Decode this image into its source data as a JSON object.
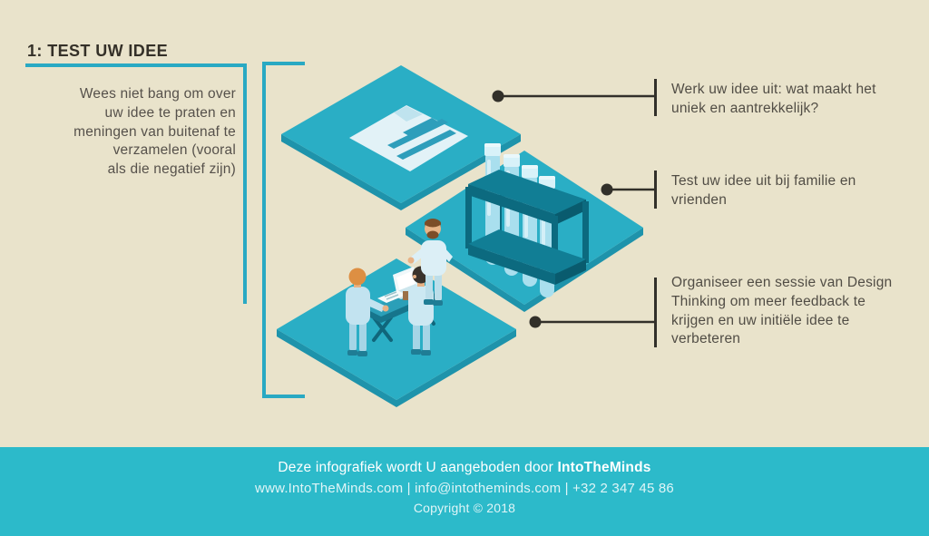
{
  "page": {
    "background": "#E9E3CB",
    "accent_teal": "#29A9C3",
    "platform_teal": "#2AAEC5",
    "footer_teal": "#2CBACA",
    "line_color": "#32302A",
    "text_color": "#56514B"
  },
  "header": {
    "title": "1: TEST UW IDEE"
  },
  "left_note": {
    "text": "Wees niet bang om over\nuw idee te praten en\nmeningen van buitenaf te\nverzamelen (vooral\nals die negatief zijn)"
  },
  "callouts": [
    {
      "text": "Werk uw idee uit: wat maakt het\nuniek en aantrekkelijk?"
    },
    {
      "text": "Test uw idee uit bij familie en\nvrienden"
    },
    {
      "text": "Organiseer een sessie van Design\nThinking om meer feedback te\nkrijgen en uw initiële idee te\nverbeteren"
    }
  ],
  "illustration": {
    "steps": [
      "document-sheet",
      "test-tube-rack",
      "team-desk-meeting"
    ]
  },
  "footer": {
    "line1_prefix": "Deze infografiek wordt U aangeboden door ",
    "brand": "IntoTheMinds",
    "line2": "www.IntoTheMinds.com | info@intotheminds.com | +32 2 347 45 86",
    "line3": "Copyright © 2018"
  }
}
